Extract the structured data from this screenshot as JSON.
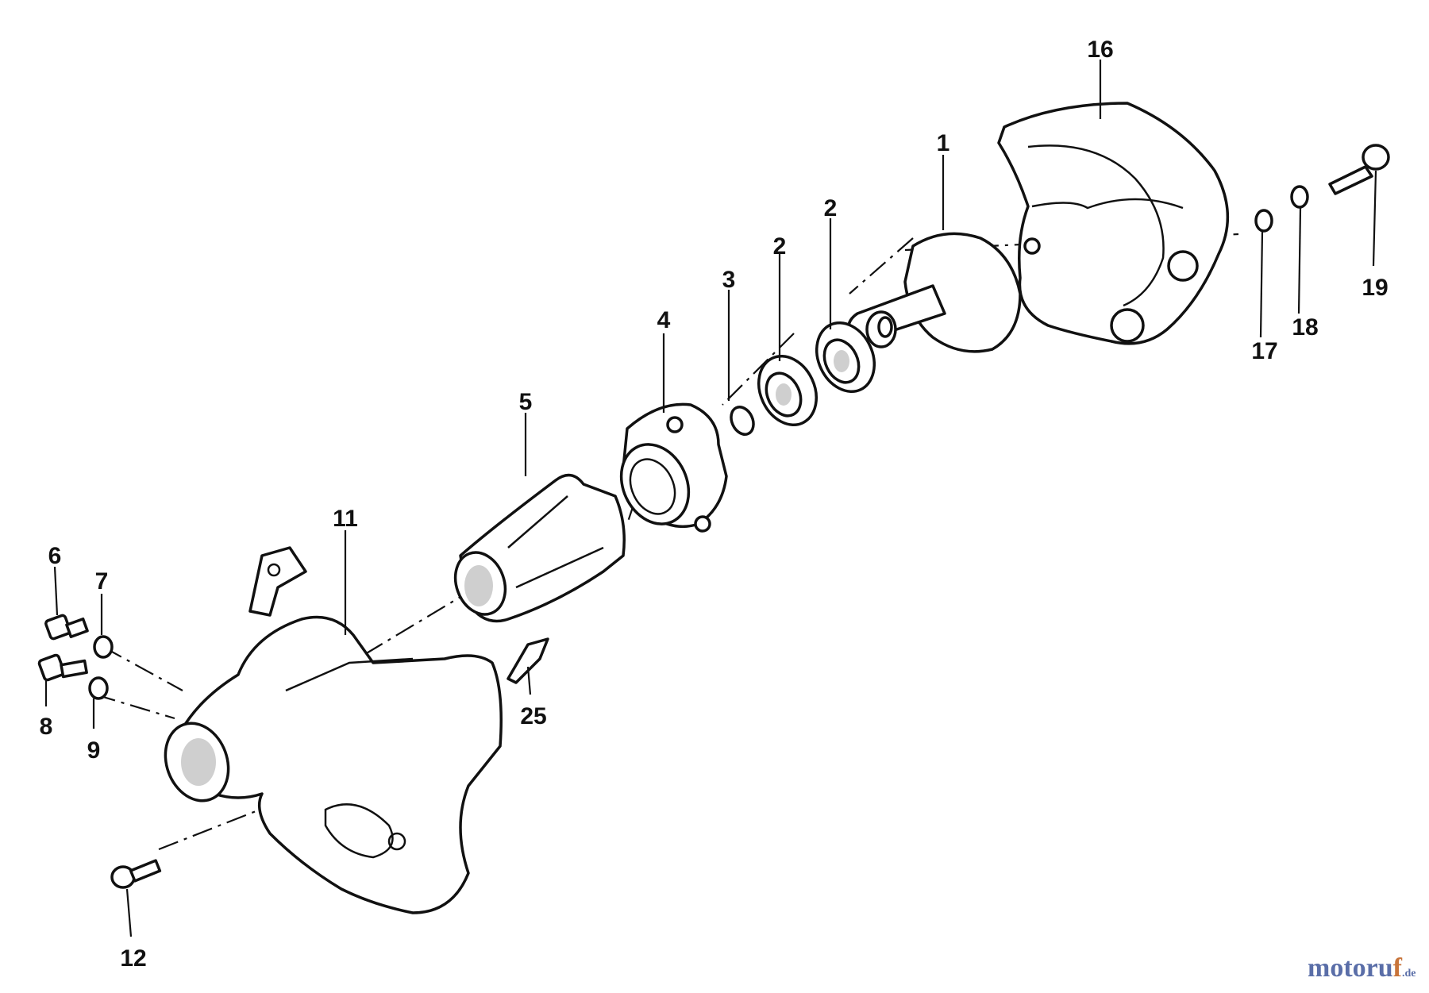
{
  "diagram": {
    "callouts": {
      "c1": "1",
      "c2a": "2",
      "c2b": "2",
      "c3": "3",
      "c4": "4",
      "c5": "5",
      "c6": "6",
      "c7": "7",
      "c8": "8",
      "c9": "9",
      "c11": "11",
      "c12": "12",
      "c16": "16",
      "c17": "17",
      "c18": "18",
      "c19": "19",
      "c25": "25"
    },
    "watermark": {
      "brand": "motoru",
      "brand_accent": "f",
      "tld": ".de"
    }
  }
}
